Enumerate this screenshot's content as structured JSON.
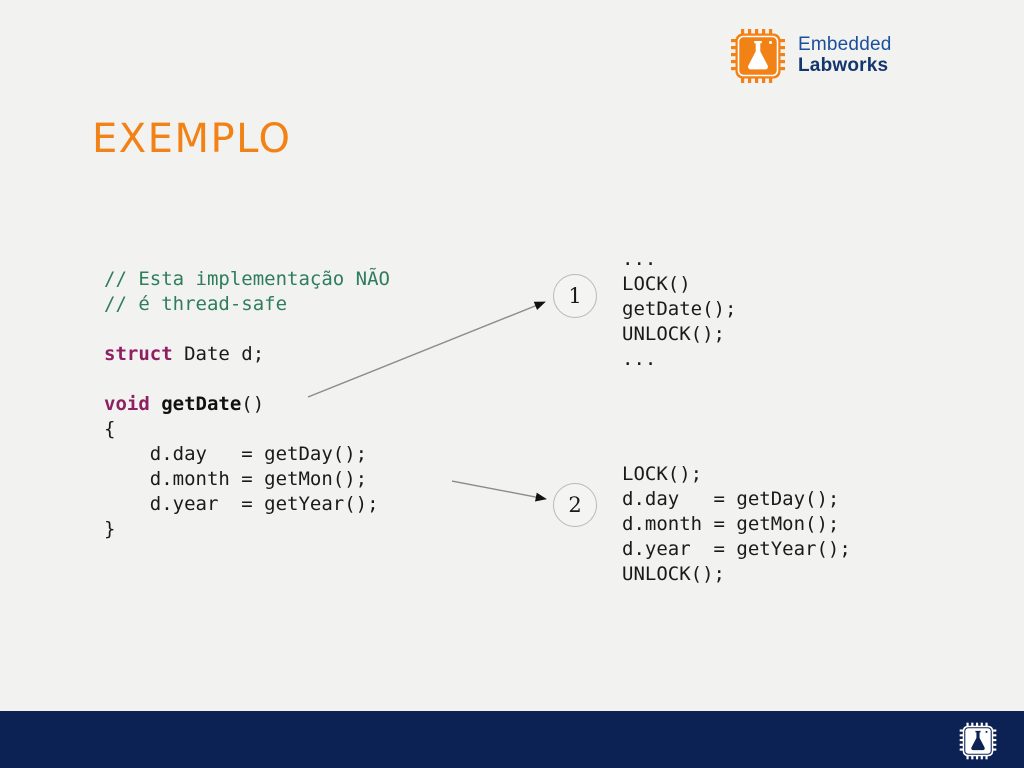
{
  "slide": {
    "background_color": "#f2f2f0",
    "title": "EXEMPLO",
    "title_color": "#f28116"
  },
  "brand": {
    "line1": "Embedded",
    "line2": "Labworks",
    "mark_color": "#f28116",
    "text_color": "#16478c",
    "icon": "chip-flask-logo"
  },
  "code_left": {
    "name": "non-thread-safe-implementation",
    "lines": [
      {
        "text": "// Esta implementação NÃO",
        "style": "comment"
      },
      {
        "text": "// é thread-safe",
        "style": "comment"
      },
      {
        "text": "",
        "style": "plain"
      },
      {
        "text": "struct Date d;",
        "style": "keyword-first",
        "keyword": "struct",
        "rest": " Date d;"
      },
      {
        "text": "",
        "style": "plain"
      },
      {
        "text": "void getDate()",
        "style": "keyword-fn",
        "keyword": "void",
        "fn": " getDate",
        "rest": "()"
      },
      {
        "text": "{",
        "style": "plain"
      },
      {
        "text": "    d.day   = getDay();",
        "style": "plain"
      },
      {
        "text": "    d.month = getMon();",
        "style": "plain"
      },
      {
        "text": "    d.year  = getYear();",
        "style": "plain"
      },
      {
        "text": "}",
        "style": "plain"
      }
    ]
  },
  "code_right_1": {
    "name": "caller-side-locking",
    "lines": [
      "...",
      "LOCK()",
      "getDate();",
      "UNLOCK();",
      "..."
    ]
  },
  "code_right_2": {
    "name": "callee-side-locking",
    "lines": [
      "LOCK();",
      "d.day   = getDay();",
      "d.month = getMon();",
      "d.year  = getYear();",
      "UNLOCK();"
    ]
  },
  "callouts": [
    {
      "label": "1",
      "name": "callout-badge-1"
    },
    {
      "label": "2",
      "name": "callout-badge-2"
    }
  ],
  "footer": {
    "background_color": "#0d2254",
    "icon": "chip-flask-logo"
  },
  "colors": {
    "comment_green": "#2e7d5b",
    "keyword_magenta": "#8e1f63",
    "accent_orange": "#f28116",
    "navy": "#0d2254",
    "arrow_line": "#8a8a8a",
    "arrow_head": "#111111"
  }
}
